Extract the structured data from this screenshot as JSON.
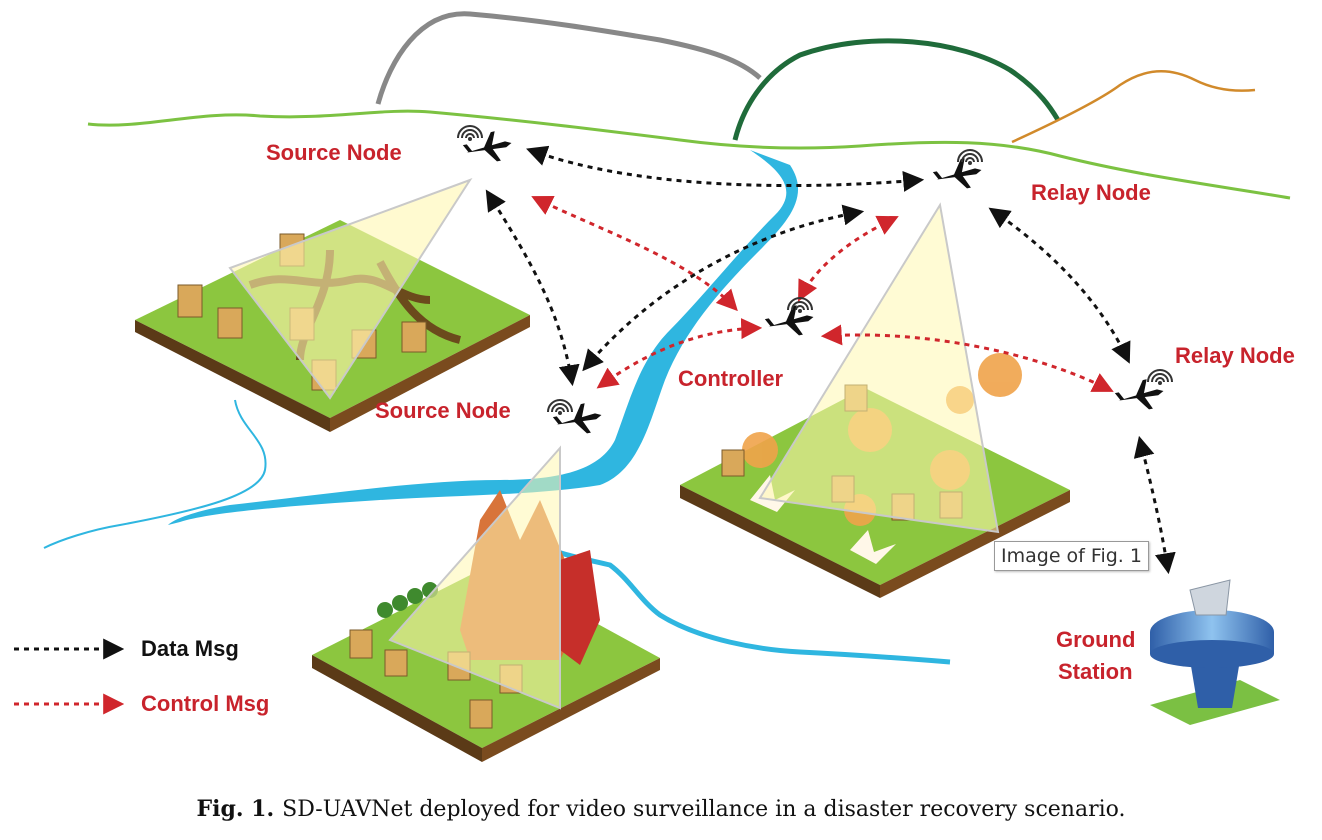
{
  "nodes": {
    "source_1": "Source Node",
    "source_2": "Source Node",
    "relay_1": "Relay Node",
    "relay_2": "Relay Node",
    "controller": "Controller",
    "ground_station_line1": "Ground",
    "ground_station_line2": "Station"
  },
  "legend": {
    "data_msg": "Data Msg",
    "control_msg": "Control Msg"
  },
  "tooltip": "Image of Fig. 1",
  "caption": {
    "label": "Fig. 1.",
    "text": "SD-UAVNet deployed for video surveillance in a disaster recovery scenario."
  },
  "colors": {
    "data_arrow": "#111111",
    "control_arrow": "#d0262c",
    "label_red": "#c8232c",
    "river": "#2fb6e0",
    "ground_green": "#8cc63f"
  },
  "icons": [
    "uav-icon",
    "wifi-icon",
    "ground-station-icon"
  ]
}
